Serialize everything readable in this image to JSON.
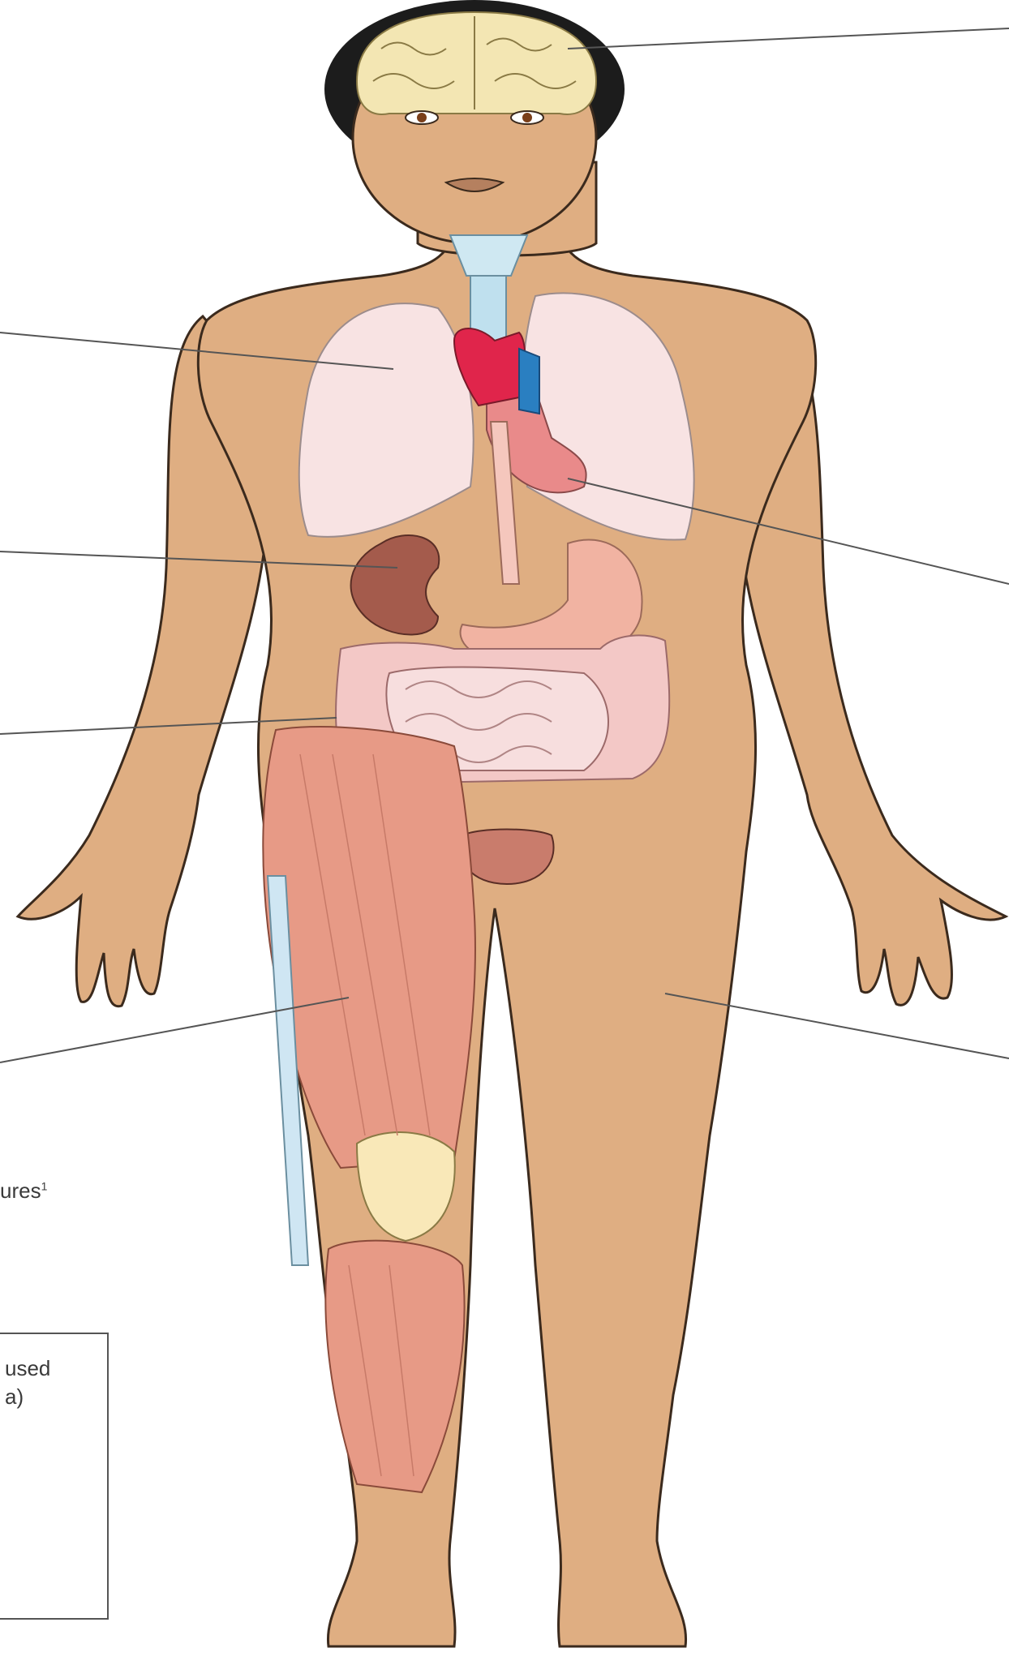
{
  "fragments": {
    "side_label": "ures",
    "side_label_sup": "1",
    "box_line1": "used",
    "box_line2": "a)"
  },
  "colors": {
    "skin": "#dfae82",
    "skin_outline": "#3b2a1d",
    "hair": "#1c1c1c",
    "brain": "#f3e6b3",
    "lung": "#f8e3e3",
    "heart_red": "#e0254b",
    "heart_blue": "#2a7fc1",
    "trachea": "#bfe0ee",
    "kidney": "#a45b4c",
    "intestine": "#f3c8c6",
    "stomach": "#f1b3a2",
    "muscle": "#e79a86",
    "tendon": "#cfe6f3",
    "kneecap": "#f9e8b8",
    "bladder": "#c97c6c",
    "pointer": "#555555"
  }
}
